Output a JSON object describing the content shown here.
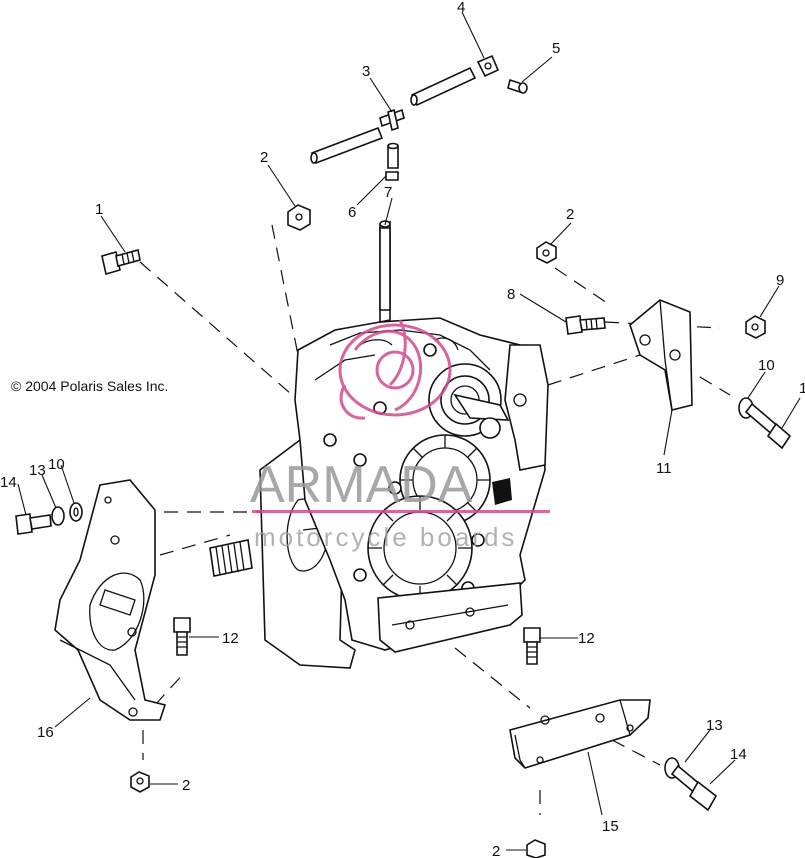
{
  "copyright": "© 2004 Polaris Sales Inc.",
  "watermark": {
    "brand": "ARMADA",
    "tagline": "motorcycle boards",
    "accent_color": "#d24a8c"
  },
  "callouts": [
    {
      "id": "c1a",
      "label": "1"
    },
    {
      "id": "c1b",
      "label": "1"
    },
    {
      "id": "c2a",
      "label": "2"
    },
    {
      "id": "c2b",
      "label": "2"
    },
    {
      "id": "c2c",
      "label": "2"
    },
    {
      "id": "c2d",
      "label": "2"
    },
    {
      "id": "c3",
      "label": "3"
    },
    {
      "id": "c4",
      "label": "4"
    },
    {
      "id": "c5",
      "label": "5"
    },
    {
      "id": "c6",
      "label": "6"
    },
    {
      "id": "c7",
      "label": "7"
    },
    {
      "id": "c8",
      "label": "8"
    },
    {
      "id": "c9",
      "label": "9"
    },
    {
      "id": "c10a",
      "label": "10"
    },
    {
      "id": "c10b",
      "label": "10"
    },
    {
      "id": "c11",
      "label": "11"
    },
    {
      "id": "c12a",
      "label": "12"
    },
    {
      "id": "c12b",
      "label": "12"
    },
    {
      "id": "c13a",
      "label": "13"
    },
    {
      "id": "c13b",
      "label": "13"
    },
    {
      "id": "c14a",
      "label": "14"
    },
    {
      "id": "c14b",
      "label": "14"
    },
    {
      "id": "c15",
      "label": "15"
    },
    {
      "id": "c16",
      "label": "16"
    }
  ]
}
